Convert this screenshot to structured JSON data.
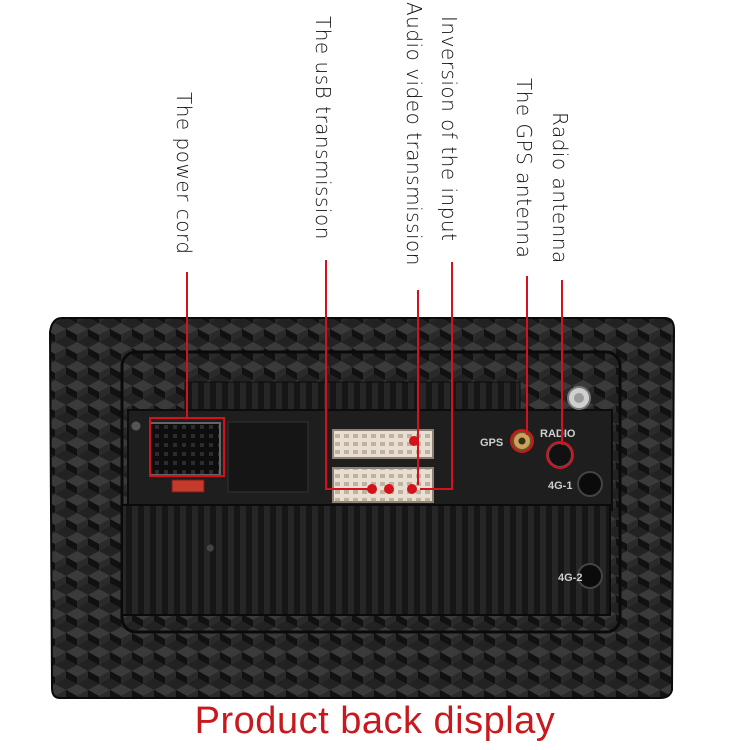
{
  "labels": {
    "power_cord": "The power cord",
    "usb": "The usB transmission",
    "audio_video": "Audio video transmission",
    "inversion": "Inversion of the input",
    "gps_antenna": "The GPS antenna",
    "radio_antenna": "Radio antenna"
  },
  "panel_text": {
    "gps": "GPS",
    "radio": "RADIO",
    "port_4g_1": "4G-1",
    "port_4g_2": "4G-2"
  },
  "caption": "Product back display",
  "colors": {
    "callout": "#d3121b",
    "caption": "#c8191e",
    "chassis": "#1c1c1c",
    "connector": "#e6ddd0"
  }
}
